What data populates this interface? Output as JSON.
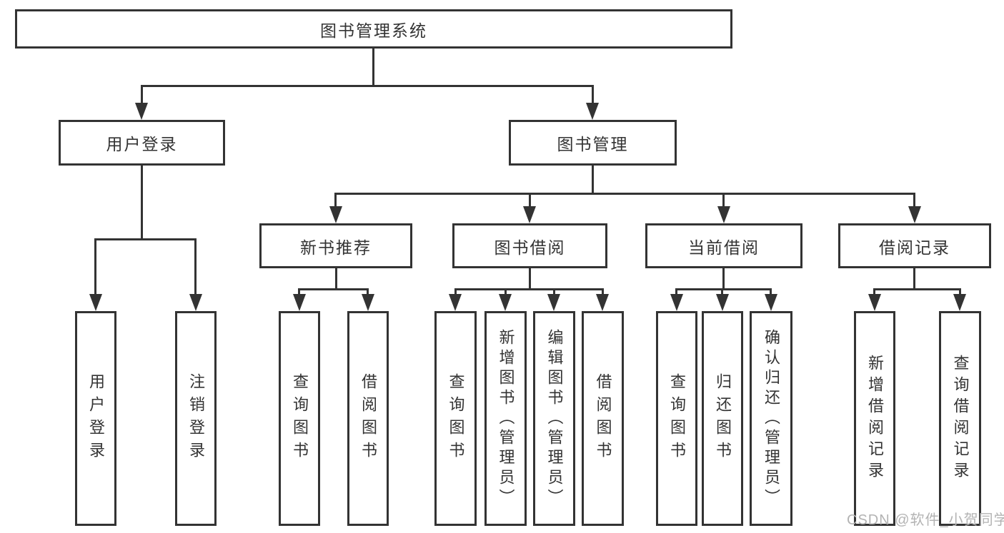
{
  "tree": {
    "root": {
      "label": "图书管理系统"
    },
    "branches": [
      {
        "label": "用户登录",
        "children": [
          {
            "label": "用户登录"
          },
          {
            "label": "注销登录"
          }
        ]
      },
      {
        "label": "图书管理",
        "children": [
          {
            "label": "新书推荐",
            "children": [
              {
                "label": "查询图书"
              },
              {
                "label": "借阅图书"
              }
            ]
          },
          {
            "label": "图书借阅",
            "children": [
              {
                "label": "查询图书"
              },
              {
                "label": "新增图书（管理员）"
              },
              {
                "label": "编辑图书（管理员）"
              },
              {
                "label": "借阅图书"
              }
            ]
          },
          {
            "label": "当前借阅",
            "children": [
              {
                "label": "查询图书"
              },
              {
                "label": "归还图书"
              },
              {
                "label": "确认归还（管理员）"
              }
            ]
          },
          {
            "label": "借阅记录",
            "children": [
              {
                "label": "新增借阅记录"
              },
              {
                "label": "查询借阅记录"
              }
            ]
          }
        ]
      }
    ]
  },
  "watermark": {
    "text": "CSDN @软件_小贺同学"
  },
  "colors": {
    "line": "#333333",
    "text": "#333333",
    "watermark": "#b3b3b3",
    "background": "#ffffff"
  }
}
